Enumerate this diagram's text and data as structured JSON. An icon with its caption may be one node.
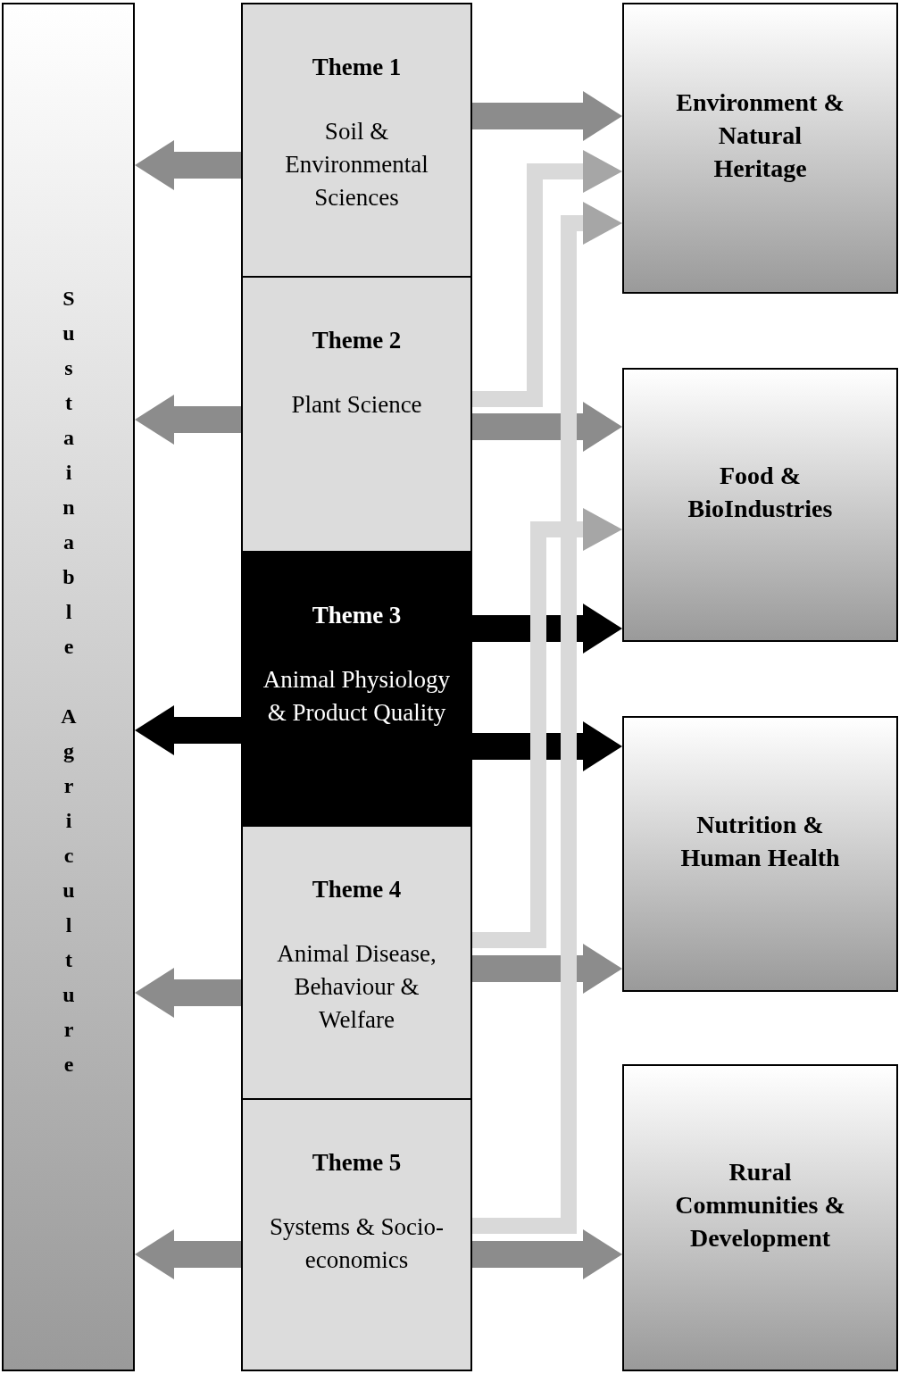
{
  "diagram": {
    "nodes": [
      {
        "text": [
          "Sustainable Agriculture"
        ]
      },
      {
        "text": [
          "Theme 1",
          "Soil & Environmental Sciences"
        ]
      },
      {
        "text": [
          "Theme 2",
          "Plant Science"
        ]
      },
      {
        "text": [
          "Theme 3",
          "Animal Physiology & Product Quality"
        ]
      },
      {
        "text": [
          "Theme 4",
          "Animal Disease, Behaviour & Welfare"
        ]
      },
      {
        "text": [
          "Theme 5",
          "Systems & Socio-economics"
        ]
      },
      {
        "text": [
          "Environment & Natural Heritage"
        ]
      },
      {
        "text": [
          "Food & BioIndustries"
        ]
      },
      {
        "text": [
          "Nutrition & Human Health"
        ]
      },
      {
        "text": [
          "Rural Communities & Development"
        ]
      }
    ],
    "edges": [
      {
        "from": 1,
        "to": 0,
        "arrow": "to"
      },
      {
        "from": 1,
        "to": 6,
        "arrow": "to"
      },
      {
        "from": 2,
        "to": 0,
        "arrow": "to"
      },
      {
        "from": 2,
        "to": 6,
        "arrow": "to",
        "color": "#d9d9d9"
      },
      {
        "from": 2,
        "to": 7,
        "arrow": "to"
      },
      {
        "from": 3,
        "to": 0,
        "arrow": "to",
        "color": "#000000"
      },
      {
        "from": 3,
        "to": 7,
        "arrow": "to",
        "color": "#000000"
      },
      {
        "from": 3,
        "to": 8,
        "arrow": "to",
        "color": "#000000"
      },
      {
        "from": 4,
        "to": 0,
        "arrow": "to"
      },
      {
        "from": 4,
        "to": 7,
        "arrow": "to",
        "color": "#d9d9d9"
      },
      {
        "from": 4,
        "to": 8,
        "arrow": "to"
      },
      {
        "from": 5,
        "to": 0,
        "arrow": "to"
      },
      {
        "from": 5,
        "to": 6,
        "arrow": "to",
        "color": "#d9d9d9"
      },
      {
        "from": 5,
        "to": 9,
        "arrow": "to"
      }
    ]
  }
}
